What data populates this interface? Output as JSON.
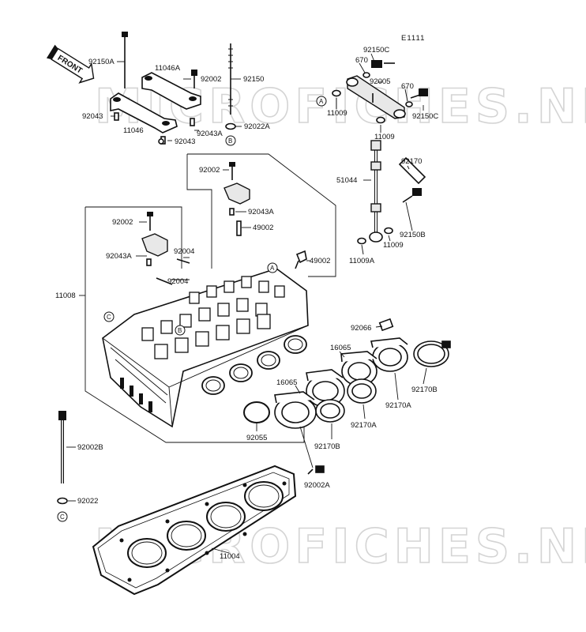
{
  "diagram": {
    "code": "E1111",
    "front_label": "FRONT",
    "watermark": "MICROFICHES.NET",
    "watermark_top": "MICROFICHES.NET",
    "labels": {
      "p92150A": "92150A",
      "p11046A": "11046A",
      "p92002_top": "92002",
      "p92150": "92150",
      "p92043_left": "92043",
      "p11046": "11046",
      "p92043A_top": "92043A",
      "p92022A": "92022A",
      "p92043_mid": "92043",
      "p92002_mid": "92002",
      "p92043A_mid": "92043A",
      "p49002_a": "49002",
      "p92002_left": "92002",
      "p92043A_left": "92043A",
      "p92004_a": "92004",
      "p92004_b": "92004",
      "p49002_b": "49002",
      "p11008": "11008",
      "p92150C_top": "92150C",
      "p670_a": "670",
      "p92005": "92005",
      "p670_b": "670",
      "p11009_a": "11009",
      "p92150C_r": "92150C",
      "p11009_b": "11009",
      "p92170": "92170",
      "p51044": "51044",
      "p92150B": "92150B",
      "p11009_c": "11009",
      "p11009A": "11009A",
      "p92066": "92066",
      "p16065_a": "16065",
      "p16065_b": "16065",
      "p92170B_r": "92170B",
      "p92170A_a": "92170A",
      "p92170A_b": "92170A",
      "p92170B_b": "92170B",
      "p92055": "92055",
      "p92002A": "92002A",
      "p92002B": "92002B",
      "p92022": "92022",
      "p11004": "11004"
    },
    "markers": {
      "A": "A",
      "B": "B",
      "C": "C"
    }
  }
}
